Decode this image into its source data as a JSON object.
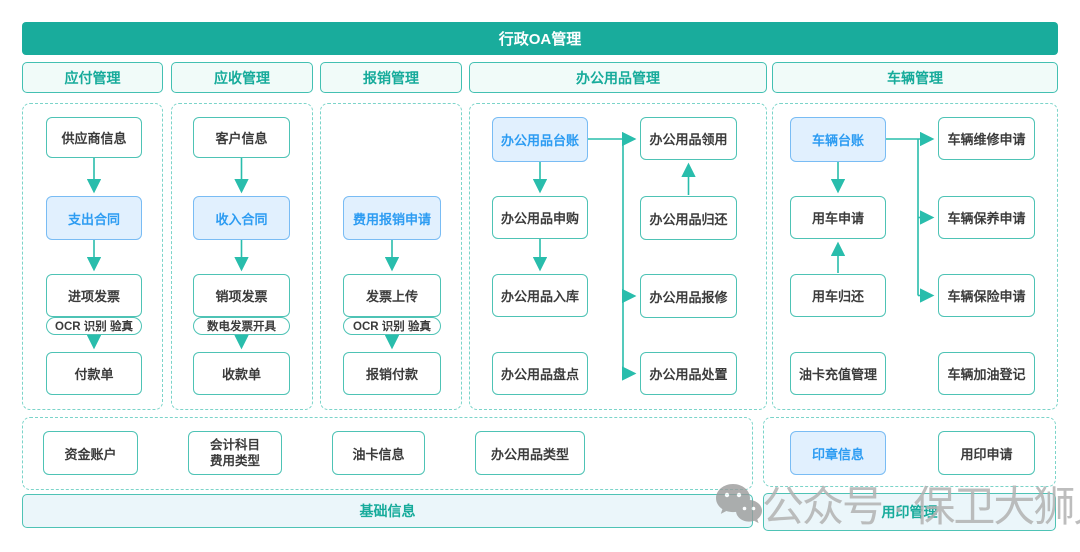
{
  "banner": {
    "title": "行政OA管理"
  },
  "section_headers": {
    "payable": "应付管理",
    "receivable": "应收管理",
    "reimburse": "报销管理",
    "office": "办公用品管理",
    "vehicle": "车辆管理"
  },
  "nodes": {
    "payable": {
      "supplier": "供应商信息",
      "contract": "支出合同",
      "invoice": "进项发票",
      "invoice_tag": "OCR 识别 验真",
      "payment": "付款单"
    },
    "receivable": {
      "customer": "客户信息",
      "contract": "收入合同",
      "invoice": "销项发票",
      "invoice_tag": "数电发票开具",
      "receipt": "收款单"
    },
    "reimburse": {
      "apply": "费用报销申请",
      "upload": "发票上传",
      "upload_tag": "OCR 识别 验真",
      "payment": "报销付款"
    },
    "office": {
      "ledger": "办公用品台账",
      "purchase": "办公用品申购",
      "inbound": "办公用品入库",
      "stocktake": "办公用品盘点",
      "claim": "办公用品领用",
      "return": "办公用品归还",
      "repair": "办公用品报修",
      "dispose": "办公用品处置"
    },
    "vehicle": {
      "ledger": "车辆台账",
      "apply": "用车申请",
      "return": "用车归还",
      "fuelcard": "油卡充值管理",
      "repair": "车辆维修申请",
      "upkeep": "车辆保养申请",
      "insurance": "车辆保险申请",
      "refuel": "车辆加油登记"
    }
  },
  "base_info": {
    "fund": "资金账户",
    "subject_line1": "会计科目",
    "subject_line2": "费用类型",
    "fuelcard": "油卡信息",
    "office_type": "办公用品类型",
    "banner": "基础信息"
  },
  "seal": {
    "info": "印章信息",
    "apply": "用印申请",
    "banner": "用印管理"
  },
  "watermark": {
    "icon": "wechat-icon",
    "text": "公众号 · 保卫大狮兄"
  },
  "colors": {
    "primary_teal": "#19AC9C",
    "teal_text": "#17AB9B",
    "node_border": "#4EC3B5",
    "dashed_border": "#7BD4C9",
    "arrow": "#29BDAC",
    "blue_node_bg": "#E1F0FE",
    "blue_node_border": "#79BCF4",
    "blue_node_text": "#2D9CF2",
    "banner_bottom_bg": "#EBF6FA",
    "watermark_gray": "#B2B2B2"
  }
}
